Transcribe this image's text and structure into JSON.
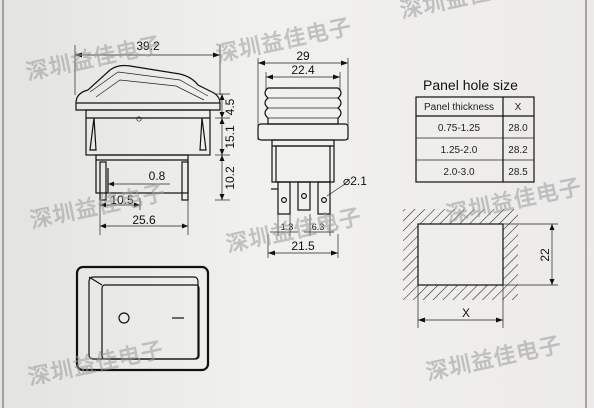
{
  "dimensions": {
    "width_top": "39.2",
    "front_outer": "29",
    "front_inner": "22.4",
    "front_base": "21.5",
    "height_cap": "4.5",
    "height_body": "15.1",
    "height_term": "10.2",
    "term_thickness": "0.8",
    "term_offset": "10.5",
    "body_width": "25.6",
    "hole_dia": "⌀2.1",
    "pin_gap_a": "1.3",
    "pin_gap_b": "6.3",
    "panel_height": "22",
    "panel_width": "X"
  },
  "panel_table": {
    "title": "Panel hole size",
    "headers": [
      "Panel thickness",
      "X"
    ],
    "rows": [
      [
        "0.75-1.25",
        "28.0"
      ],
      [
        "1.25-2.0",
        "28.2"
      ],
      [
        "2.0-3.0",
        "28.5"
      ]
    ]
  },
  "watermark": "深圳益佳电子",
  "icons": {
    "off_mark": "circle-icon",
    "on_mark": "line-icon"
  }
}
